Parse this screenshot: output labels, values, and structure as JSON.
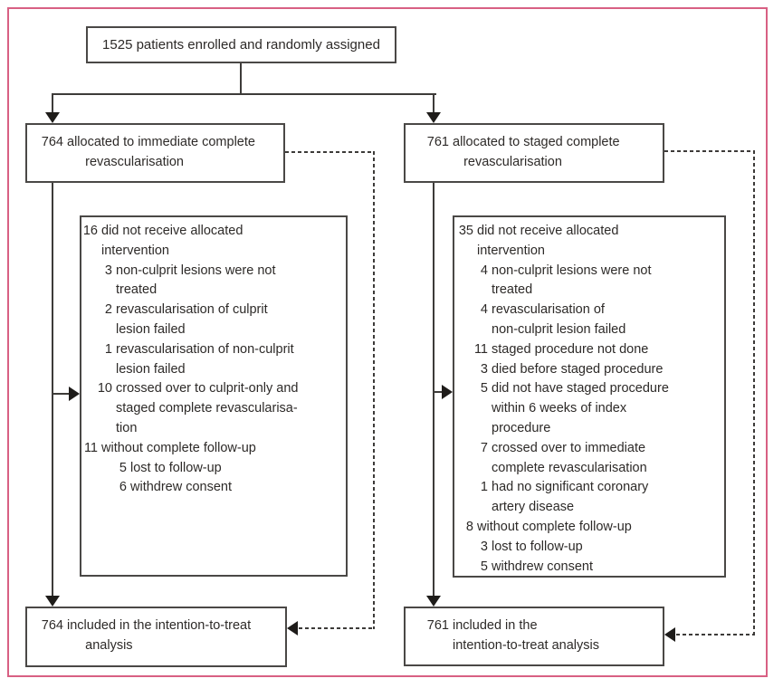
{
  "colors": {
    "frame": "#d86083",
    "boxline": "#4a4846",
    "ink": "#2d2a28",
    "line": "#3d3b39",
    "arrow": "#1e1c1a"
  },
  "enrolled": {
    "label": "1525 patients enrolled and randomly assigned"
  },
  "allocation_immediate": {
    "count": "764",
    "label": "allocated to immediate complete\n     revascularisation"
  },
  "allocation_staged": {
    "count": "761",
    "label": "allocated to staged complete\n   revascularisation"
  },
  "exclusions_immediate": {
    "items": [
      {
        "level": 0,
        "num": "16",
        "text": "did not receive allocated\nintervention"
      },
      {
        "level": 1,
        "num": "3",
        "text": "non-culprit lesions were not\ntreated"
      },
      {
        "level": 1,
        "num": "2",
        "text": "revascularisation of culprit\nlesion failed"
      },
      {
        "level": 1,
        "num": "1",
        "text": "revascularisation of non-culprit\nlesion failed"
      },
      {
        "level": 1,
        "num": "10",
        "text": "crossed over to culprit-only and\nstaged complete revascularisa-\ntion"
      },
      {
        "level": 0,
        "num": "11",
        "text": "without complete follow-up"
      },
      {
        "level": 2,
        "num": "5",
        "text": "lost to follow-up"
      },
      {
        "level": 2,
        "num": "6",
        "text": "withdrew consent"
      }
    ]
  },
  "exclusions_staged": {
    "items": [
      {
        "level": 0,
        "num": "35",
        "text": "did not receive allocated\nintervention"
      },
      {
        "level": 1,
        "num": "4",
        "text": "non-culprit lesions were not\ntreated"
      },
      {
        "level": 1,
        "num": "4",
        "text": "revascularisation of\nnon-culprit lesion failed"
      },
      {
        "level": 1,
        "num": "11",
        "text": "staged procedure not done"
      },
      {
        "level": 1,
        "num": "3",
        "text": "died before staged procedure"
      },
      {
        "level": 1,
        "num": "5",
        "text": "did not have staged procedure\nwithin 6 weeks of index\nprocedure"
      },
      {
        "level": 1,
        "num": "7",
        "text": "crossed over to immediate\ncomplete revascularisation"
      },
      {
        "level": 1,
        "num": "1",
        "text": "had no significant coronary\nartery disease"
      },
      {
        "level": 0,
        "num": "8",
        "text": "without complete follow-up"
      },
      {
        "level": 1,
        "num": "3",
        "text": "lost to follow-up"
      },
      {
        "level": 1,
        "num": "5",
        "text": "withdrew consent"
      }
    ]
  },
  "itt_immediate": {
    "count": "764",
    "label": "included in the intention-to-treat\n     analysis"
  },
  "itt_staged": {
    "count": "761",
    "label": "included in the\nintention-to-treat analysis"
  }
}
